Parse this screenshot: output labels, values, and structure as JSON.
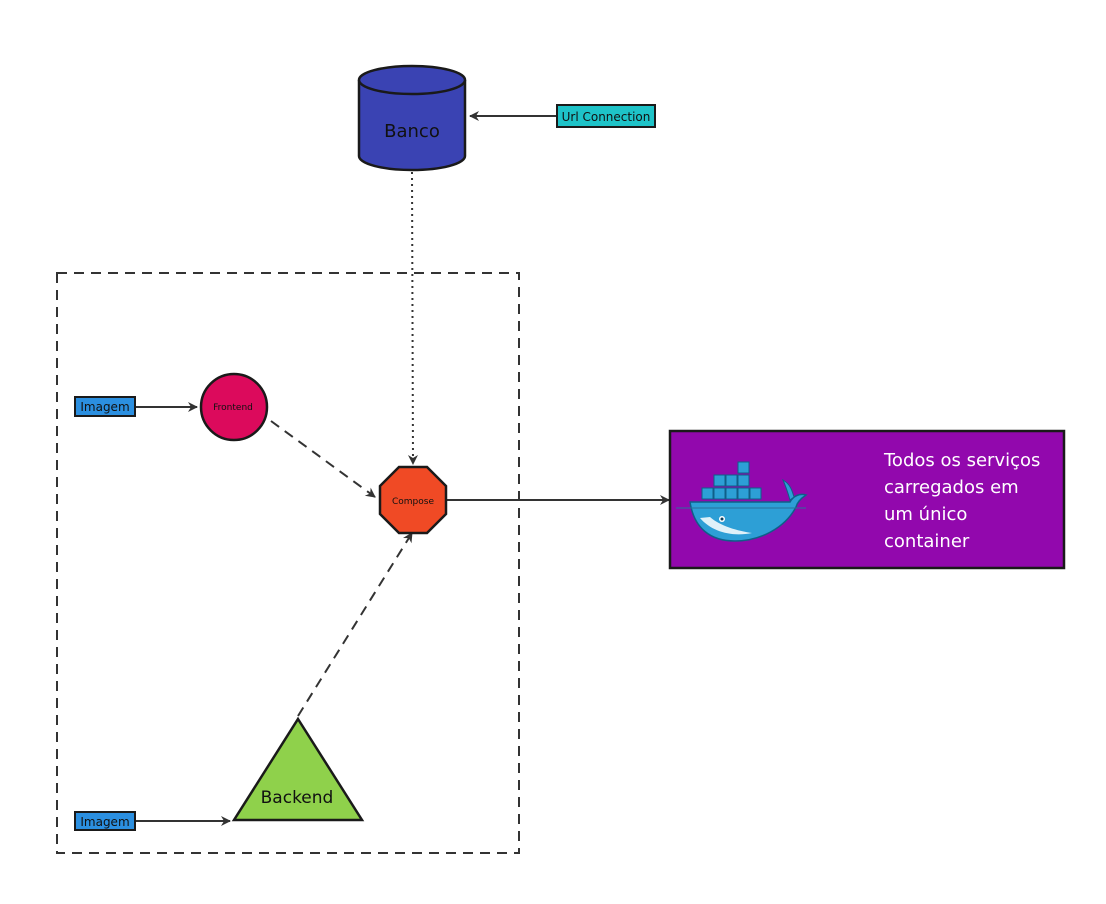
{
  "nodes": {
    "banco": {
      "label": "Banco",
      "color": "#3a43b3"
    },
    "url_connection": {
      "label": "Url Connection",
      "color": "#1ec3c8"
    },
    "imagem_front": {
      "label": "Imagem",
      "color": "#2b8fe0"
    },
    "imagem_back": {
      "label": "Imagem",
      "color": "#2b8fe0"
    },
    "frontend": {
      "label": "Frontend",
      "color": "#dc0a5c"
    },
    "compose": {
      "label": "Compose",
      "color": "#f04a25"
    },
    "backend": {
      "label": "Backend",
      "color": "#8fd14b"
    },
    "container": {
      "lines": [
        "Todos os serviços",
        "carregados em",
        "um único",
        "container"
      ],
      "color": "#9208ad",
      "icon": "docker-whale-icon"
    }
  },
  "edges": [
    {
      "from": "url_connection",
      "to": "banco",
      "style": "solid"
    },
    {
      "from": "banco",
      "to": "compose",
      "style": "dotted"
    },
    {
      "from": "imagem_front",
      "to": "frontend",
      "style": "solid"
    },
    {
      "from": "frontend",
      "to": "compose",
      "style": "dashed"
    },
    {
      "from": "imagem_back",
      "to": "backend",
      "style": "solid"
    },
    {
      "from": "backend",
      "to": "compose",
      "style": "dashed"
    },
    {
      "from": "compose",
      "to": "container",
      "style": "solid"
    }
  ]
}
